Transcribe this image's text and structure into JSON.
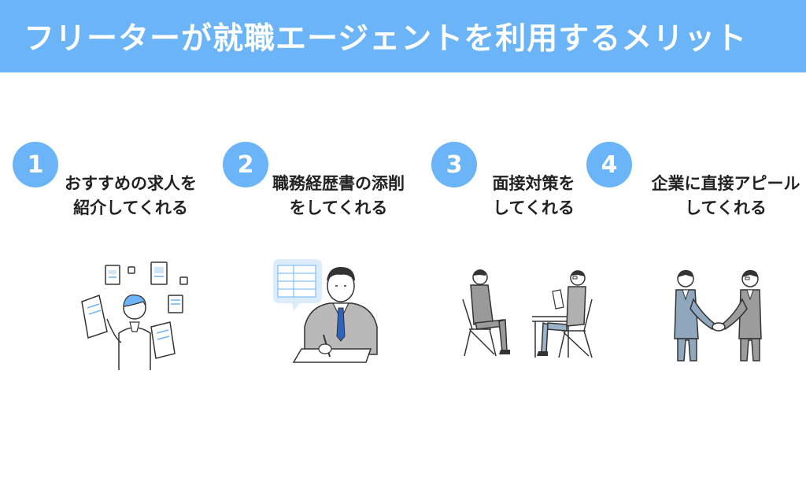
{
  "title": "フリーターが就職エージェントを利用するメリット",
  "accent_color": "#6ab4f7",
  "steps": [
    {
      "number": "1",
      "line1": "おすすめの求人を",
      "line2": "紹介してくれる",
      "illustration": "consultant-with-documents"
    },
    {
      "number": "2",
      "line1": "職務経歴書の添削",
      "line2": "をしてくれる",
      "illustration": "businessman-writing-at-desk"
    },
    {
      "number": "3",
      "line1": "面接対策を",
      "line2": "してくれる",
      "illustration": "interview-seated"
    },
    {
      "number": "4",
      "line1": "企業に直接アピール",
      "line2": "してくれる",
      "illustration": "handshake"
    }
  ]
}
